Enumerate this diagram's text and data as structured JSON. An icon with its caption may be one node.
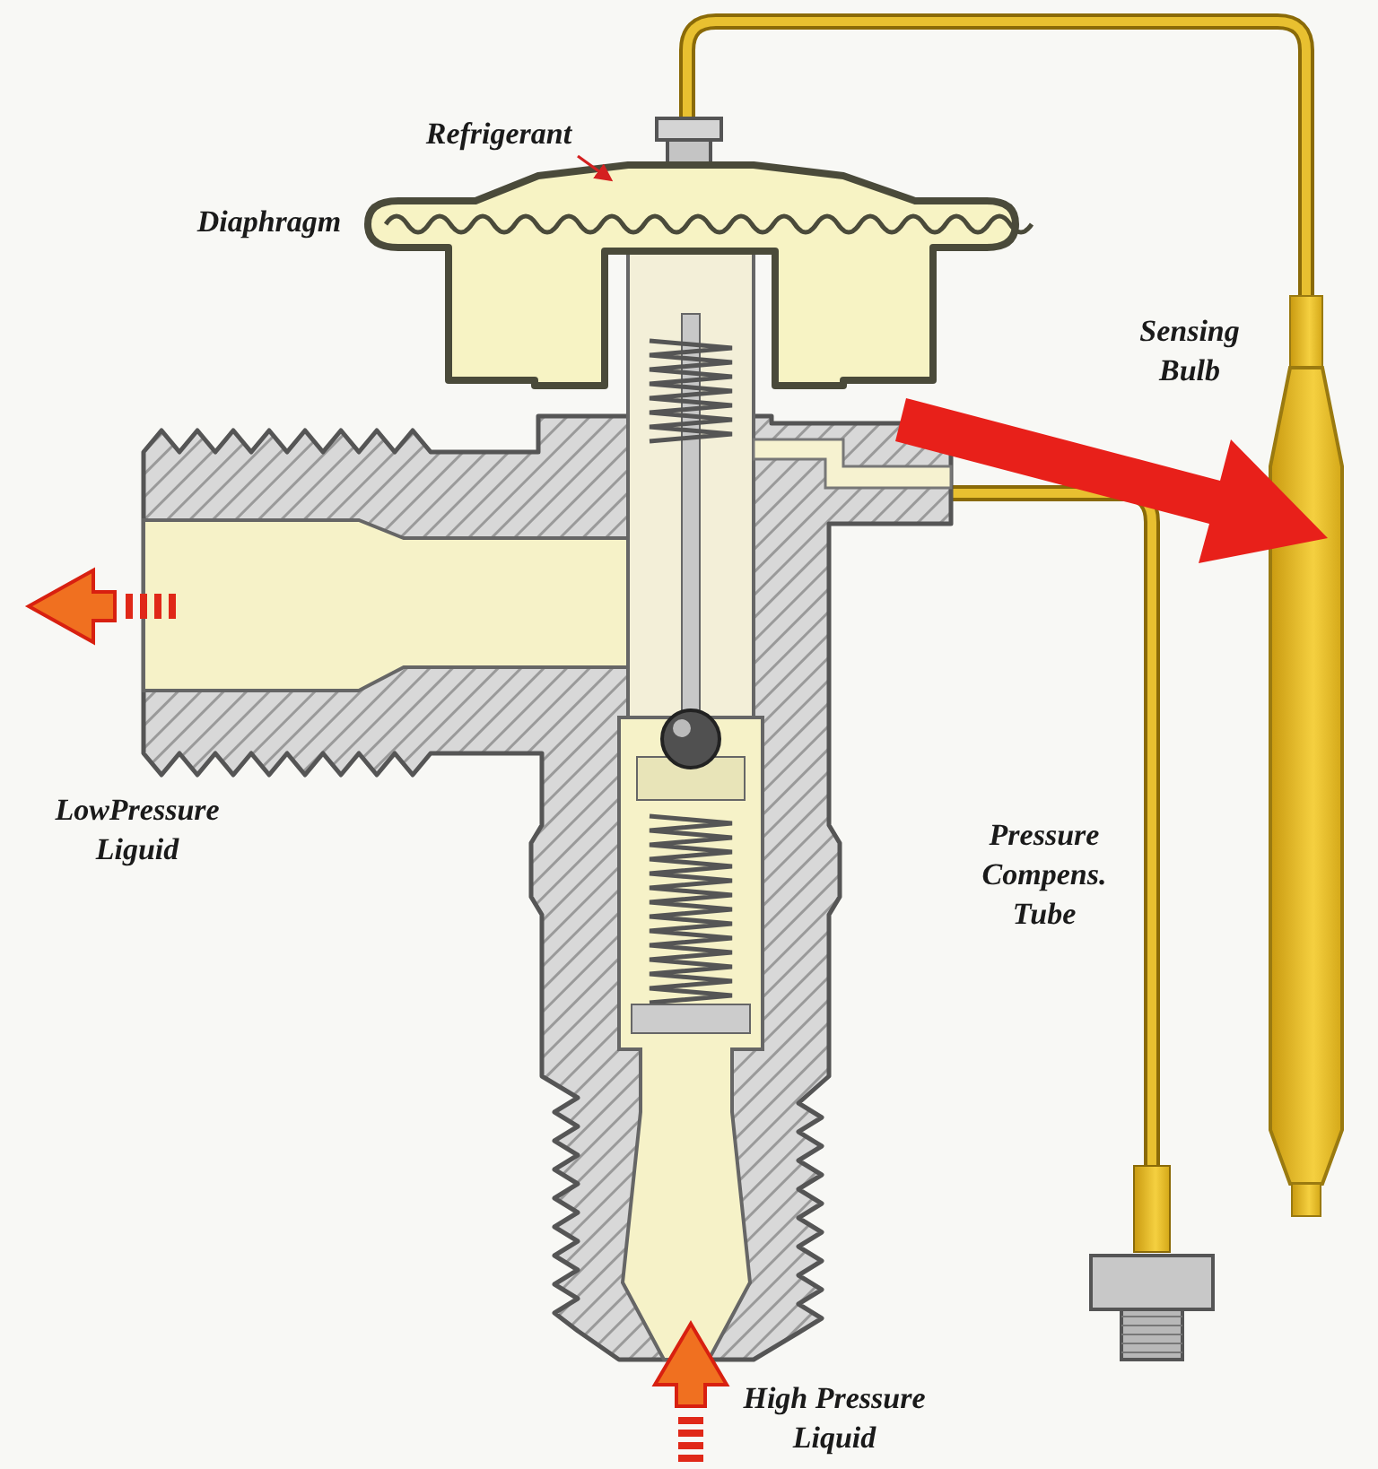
{
  "diagram": {
    "nodes": [
      {
        "text": [
          "Refrigerant"
        ]
      },
      {
        "text": [],
        "shape": "picture"
      }
    ],
    "edges": [
      {
        "from": 0,
        "to": 1,
        "arrow": "to",
        "color": "#d42020"
      }
    ],
    "labels": [
      "Diaphragm",
      "Sensing Bulb",
      "LowPressure Liguid",
      "Pressure Compens. Tube",
      "High Pressure Liquid"
    ]
  }
}
